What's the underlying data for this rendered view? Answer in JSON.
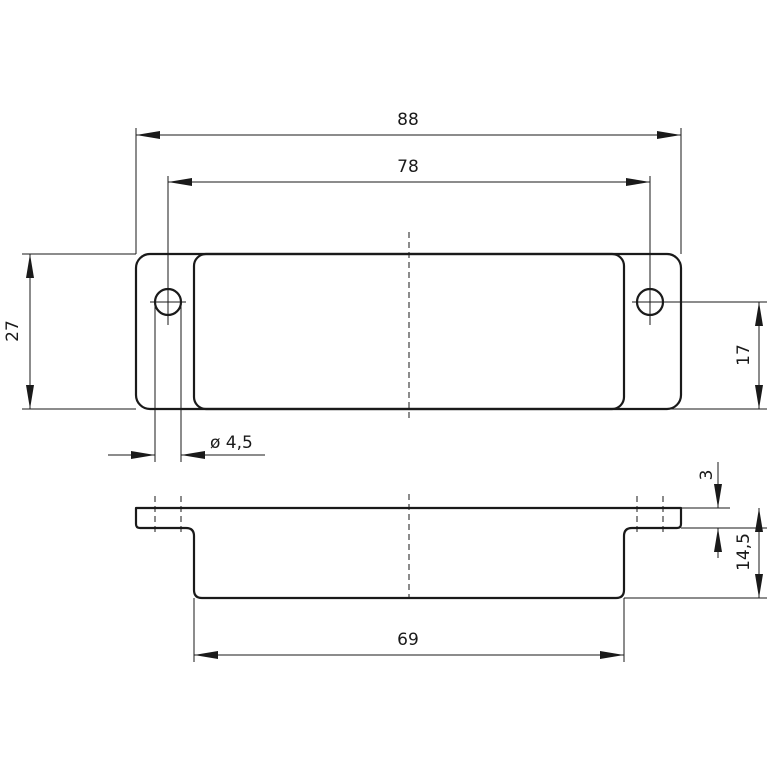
{
  "dimensions": {
    "overall_width": "88",
    "hole_spacing": "78",
    "height": "27",
    "hole_diameter": "ø 4,5",
    "recess_height": "17",
    "flange_thickness": "3",
    "depth": "14,5",
    "recess_width": "69"
  }
}
